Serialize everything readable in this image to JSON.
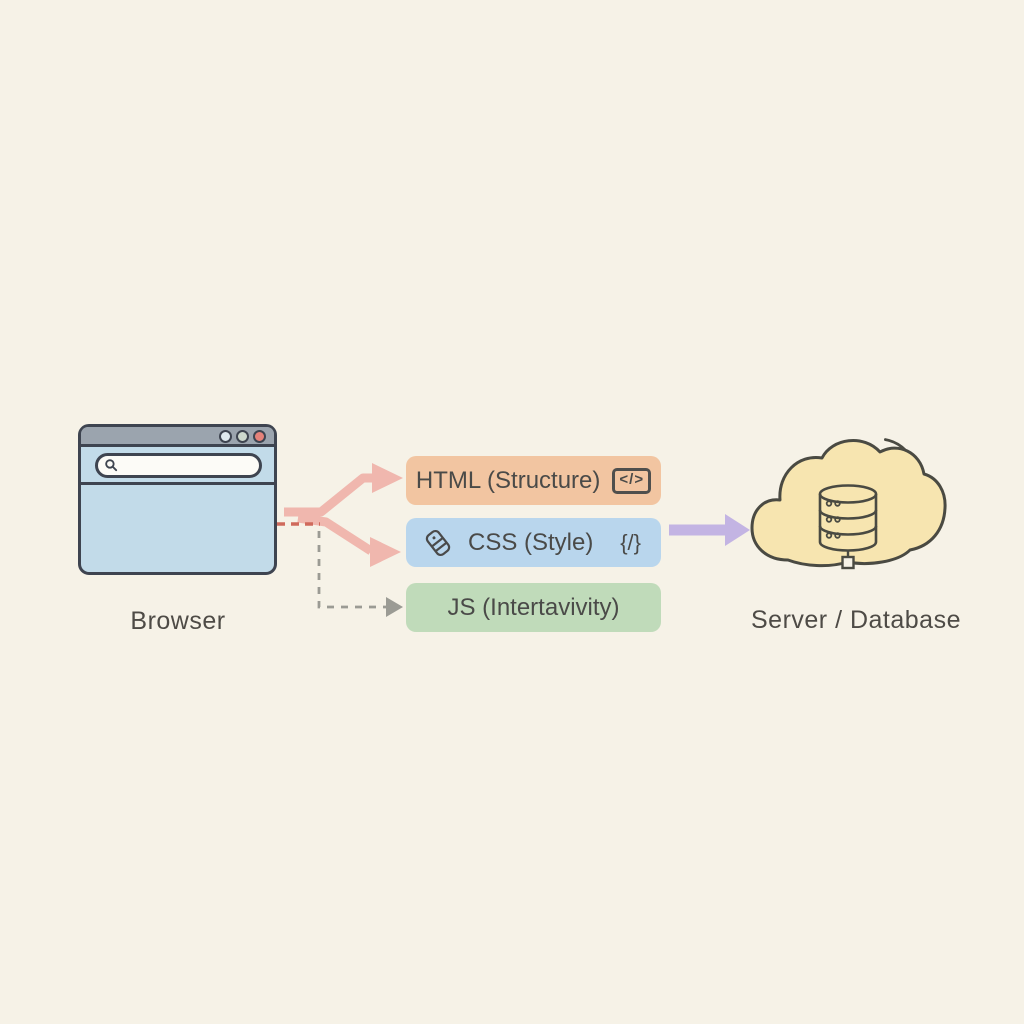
{
  "canvas": {
    "background": "#f6f2e7"
  },
  "browser": {
    "label": "Browser",
    "colors": {
      "body": "#c2dbe9",
      "titlebar": "#9ba4ae",
      "outline": "#3e4450",
      "dots": [
        "#dfe9ee",
        "#cdd8cd",
        "#e5827a"
      ]
    }
  },
  "layers": [
    {
      "name": "html",
      "label": "HTML (Structure)",
      "badge": "</>",
      "color": "#f2c5a1"
    },
    {
      "name": "css",
      "label": "CSS (Style)",
      "badge": "{/}",
      "color": "#b9d6ed"
    },
    {
      "name": "js",
      "label": "JS (Intertavivity)",
      "color": "#c0dbba"
    }
  ],
  "server": {
    "label": "Server / Database",
    "colors": {
      "cloud": "#f7e5b0",
      "outline": "#4a4a42"
    }
  },
  "arrows": {
    "pink": "#f0b7ae",
    "purple": "#c3b4e3",
    "gray_dashed": "#9b9b94",
    "red_dashed": "#cf6a5c"
  }
}
